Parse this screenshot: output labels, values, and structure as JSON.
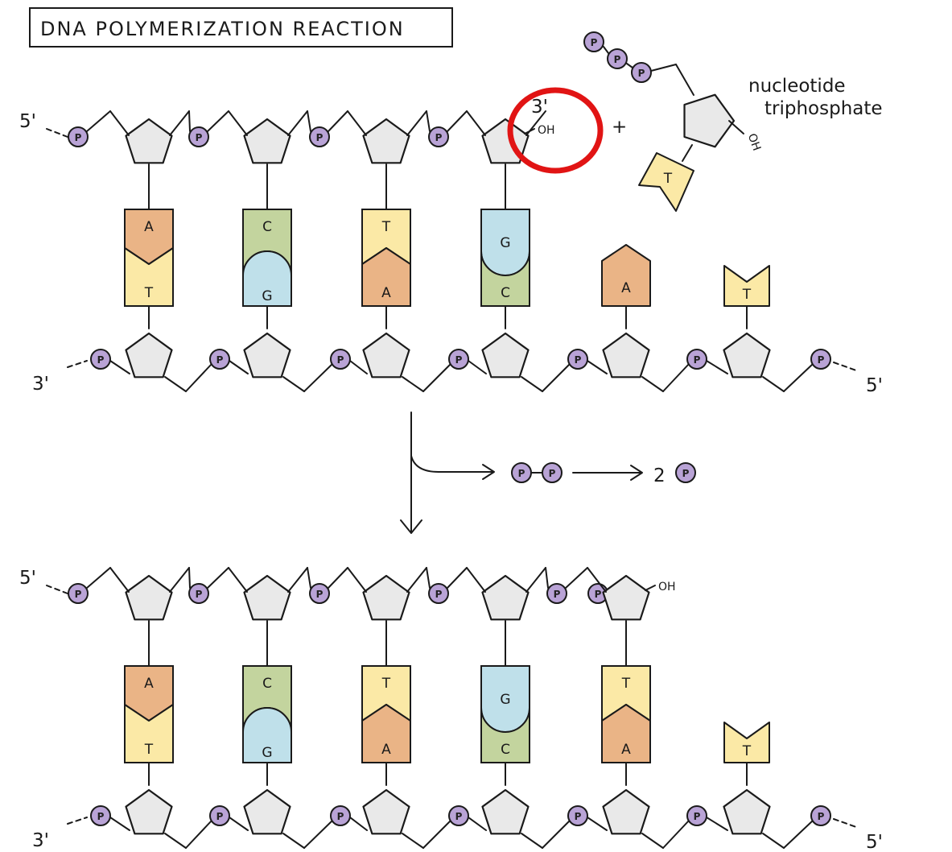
{
  "title": "DNA POLYMERIZATION REACTION",
  "labels": {
    "five_prime": "5'",
    "three_prime": "3'",
    "hydroxyl": "OH",
    "plus": "+",
    "ntp_line1": "nucleotide",
    "ntp_line2": "triphosphate",
    "phosphate": "P",
    "two": "2"
  },
  "colors": {
    "A": "#eab486",
    "T": "#fbe9a6",
    "G": "#bfe0ea",
    "C": "#c3d49e",
    "phosphate": "#b9a3d6",
    "sugar": "#e9e9e9",
    "highlight": "#e11414"
  },
  "before": {
    "top_strand_bases": [
      "A",
      "C",
      "T",
      "G"
    ],
    "bottom_strand_bases": [
      "T",
      "G",
      "A",
      "C",
      "A",
      "T"
    ]
  },
  "incoming_nucleotide": {
    "base": "T",
    "phosphates": 3
  },
  "byproduct": "pyrophosphate (PP) → 2P",
  "after": {
    "top_strand_bases": [
      "A",
      "C",
      "T",
      "G",
      "T"
    ],
    "bottom_strand_bases": [
      "T",
      "G",
      "A",
      "C",
      "A",
      "T"
    ]
  },
  "icons": [
    "phosphate-circle-icon",
    "sugar-pentagon-icon",
    "reaction-arrow-icon",
    "highlight-circle-icon"
  ]
}
